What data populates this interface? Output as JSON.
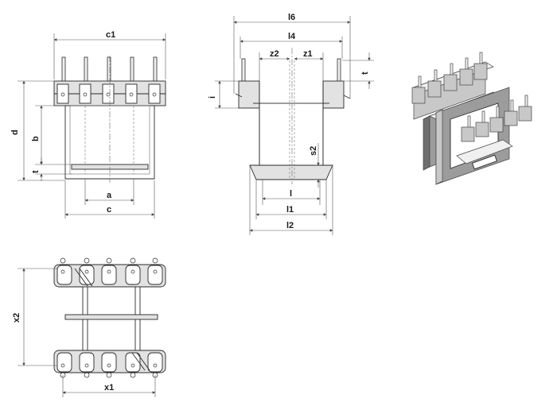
{
  "views": {
    "front": {
      "dims": {
        "c1": "c1",
        "d": "d",
        "b": "b",
        "t": "t",
        "a": "a",
        "c": "c"
      }
    },
    "side": {
      "dims": {
        "l6": "l6",
        "l4": "l4",
        "z2": "z2",
        "z1": "z1",
        "t": "t",
        "i": "i",
        "s2": "s2",
        "l": "l",
        "l1": "l1",
        "l2": "l2"
      }
    },
    "top": {
      "dims": {
        "x2": "x2",
        "x1": "x1"
      }
    }
  },
  "colors": {
    "line": "#2a2a2a",
    "fill": "#e2e2e2",
    "background": "#ffffff"
  }
}
